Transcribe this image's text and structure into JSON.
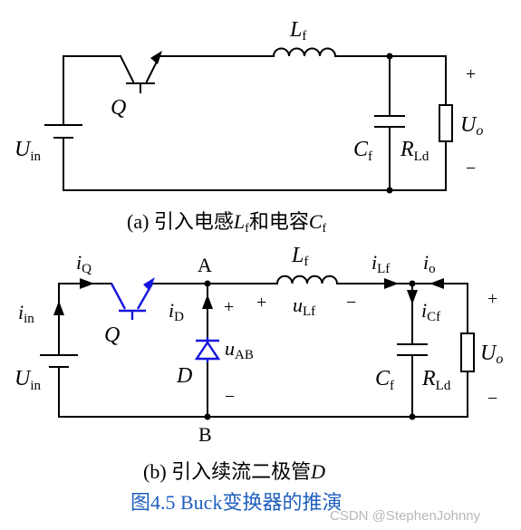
{
  "diagram_a": {
    "caption_prefix": "(a) 引入电感",
    "caption_symbol": "L",
    "caption_symbol_sub": "f",
    "caption_middle": "和电容",
    "caption_symbol2": "C",
    "caption_symbol2_sub": "f",
    "inductor": {
      "symbol": "L",
      "sub": "f"
    },
    "switch": {
      "symbol": "Q"
    },
    "source": {
      "symbol": "U",
      "sub": "in"
    },
    "capacitor": {
      "symbol": "C",
      "sub": "f"
    },
    "load": {
      "symbol": "R",
      "sub": "Ld"
    },
    "output": {
      "symbol": "U",
      "sub": "o",
      "plus": "+",
      "minus": "−"
    }
  },
  "diagram_b": {
    "caption_prefix": "(b) 引入续流二极管",
    "caption_symbol": "D",
    "node_a": "A",
    "node_b": "B",
    "i_q": {
      "symbol": "i",
      "sub": "Q"
    },
    "i_in": {
      "symbol": "i",
      "sub": "in"
    },
    "i_d": {
      "symbol": "i",
      "sub": "D"
    },
    "i_lf": {
      "symbol": "i",
      "sub": "Lf"
    },
    "i_o": {
      "symbol": "i",
      "sub": "o"
    },
    "i_cf": {
      "symbol": "i",
      "sub": "Cf"
    },
    "switch": {
      "symbol": "Q"
    },
    "diode": {
      "symbol": "D"
    },
    "source": {
      "symbol": "U",
      "sub": "in"
    },
    "inductor": {
      "symbol": "L",
      "sub": "f"
    },
    "u_lf": {
      "symbol": "u",
      "sub": "Lf",
      "plus": "+",
      "minus": "−"
    },
    "u_ab": {
      "symbol": "u",
      "sub": "AB",
      "plus": "+",
      "minus": "−"
    },
    "capacitor": {
      "symbol": "C",
      "sub": "f"
    },
    "load": {
      "symbol": "R",
      "sub": "Ld"
    },
    "output": {
      "symbol": "U",
      "sub": "o",
      "plus": "+",
      "minus": "−"
    }
  },
  "figure_title": "图4.5 Buck变换器的推演",
  "watermark": "CSDN @StephenJohnny",
  "colors": {
    "wire": "#000000",
    "highlight": "#1515e0",
    "figure_title": "#1f5fbf",
    "watermark": "#b8b8b8"
  }
}
